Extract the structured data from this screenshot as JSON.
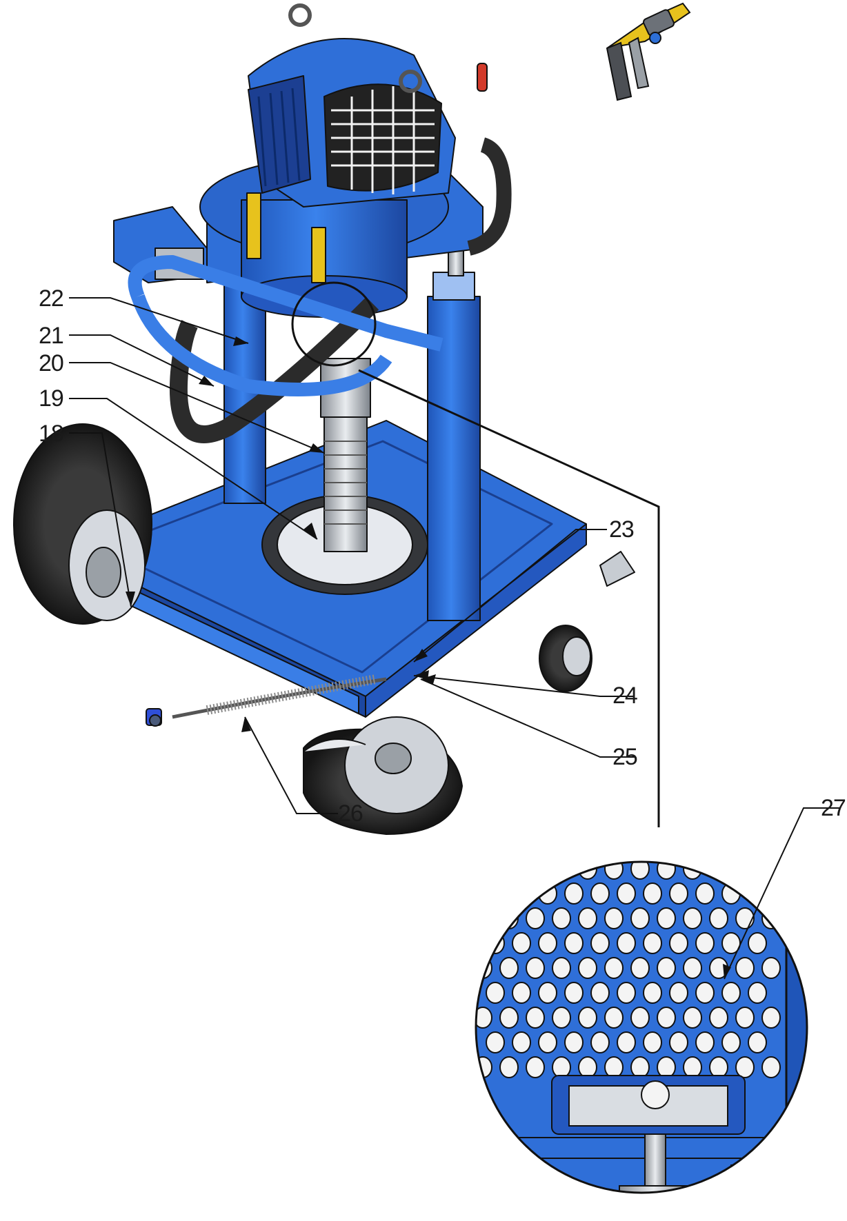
{
  "diagram": {
    "callouts": [
      {
        "id": "c18",
        "label": "18"
      },
      {
        "id": "c19",
        "label": "19"
      },
      {
        "id": "c20",
        "label": "20"
      },
      {
        "id": "c21",
        "label": "21"
      },
      {
        "id": "c22",
        "label": "22"
      },
      {
        "id": "c23",
        "label": "23"
      },
      {
        "id": "c24",
        "label": "24"
      },
      {
        "id": "c25",
        "label": "25"
      },
      {
        "id": "c26",
        "label": "26"
      },
      {
        "id": "c27",
        "label": "27"
      }
    ]
  },
  "colors": {
    "machine_blue": "#2f6fd8",
    "machine_blue_dark": "#1c47a0",
    "hose_black": "#2b2b2b",
    "tire": "#2a2a2a",
    "accent_yellow": "#e7c21d",
    "accent_red": "#d23a2a",
    "outline": "#111111"
  },
  "icons": [
    "spray-gun-icon",
    "pump-unit-drawing",
    "detail-magnifier-drawing"
  ]
}
